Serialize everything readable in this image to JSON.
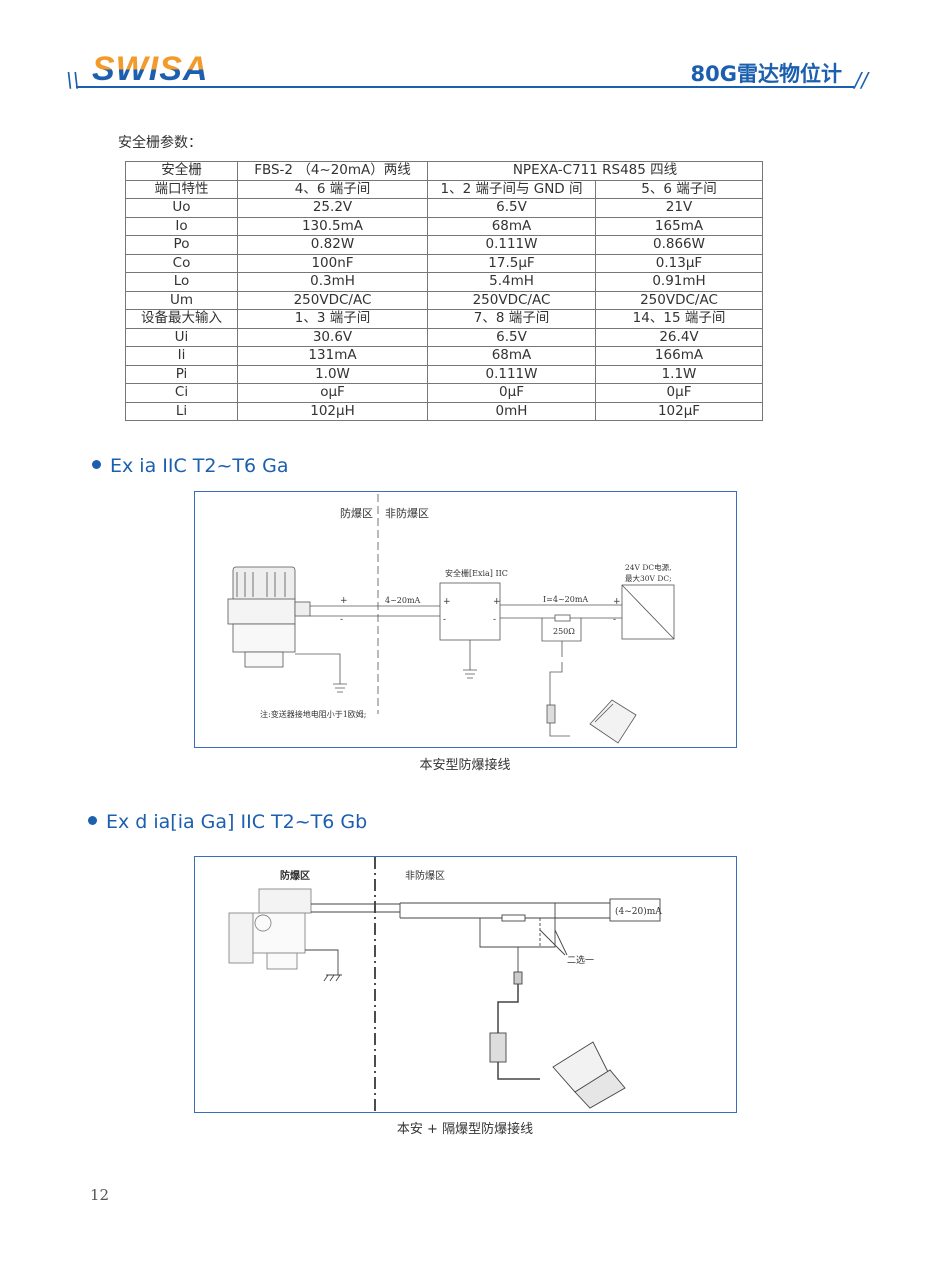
{
  "header": {
    "logo": "SWISA",
    "title": "80G雷达物位计"
  },
  "section_label": "安全栅参数：",
  "table": {
    "header": [
      "安全栅",
      "FBS-2 （4~20mA）两线",
      "NPEXA-C711  RS485 四线"
    ],
    "rows": [
      [
        "端口特性",
        "4、6 端子间",
        "1、2 端子间与 GND 间",
        "5、6 端子间"
      ],
      [
        "Uo",
        "25.2V",
        "6.5V",
        "21V"
      ],
      [
        "Io",
        "130.5mA",
        "68mA",
        "165mA"
      ],
      [
        "Po",
        "0.82W",
        "0.111W",
        "0.866W"
      ],
      [
        "Co",
        "100nF",
        "17.5μF",
        "0.13μF"
      ],
      [
        "Lo",
        "0.3mH",
        "5.4mH",
        "0.91mH"
      ],
      [
        "Um",
        "250VDC/AC",
        "250VDC/AC",
        "250VDC/AC"
      ],
      [
        "设备最大输入",
        "1、3 端子间",
        "7、8 端子间",
        "14、15 端子间"
      ],
      [
        "Ui",
        "30.6V",
        "6.5V",
        "26.4V"
      ],
      [
        "Ii",
        "131mA",
        "68mA",
        "166mA"
      ],
      [
        "Pi",
        "1.0W",
        "0.111W",
        "1.1W"
      ],
      [
        "Ci",
        "oμF",
        "0μF",
        "0μF"
      ],
      [
        "Li",
        "102μH",
        "0mH",
        "102μF"
      ]
    ]
  },
  "diagram1": {
    "heading": "Ex ia IIC T2~T6 Ga",
    "zone_hazard": "防爆区",
    "zone_safe": "非防爆区",
    "signal": "4~20mA",
    "barrier": "安全栅[Exia] IIC",
    "current": "I=4~20mA",
    "resistor": "250Ω",
    "power_line1": "24V DC电源,",
    "power_line2": "最大30V DC;",
    "plus": "+",
    "minus": "-",
    "note": "注:变送器接地电阻小于1欧姆;",
    "caption": "本安型防爆接线"
  },
  "diagram2": {
    "heading": "Ex d ia[ia Ga] IIC T2~T6 Gb",
    "zone_hazard": "防爆区",
    "zone_safe": "非防爆区",
    "output": "(4~20)mA",
    "choose_one": "二选一",
    "caption": "本安 + 隔爆型防爆接线"
  },
  "page_number": "12"
}
